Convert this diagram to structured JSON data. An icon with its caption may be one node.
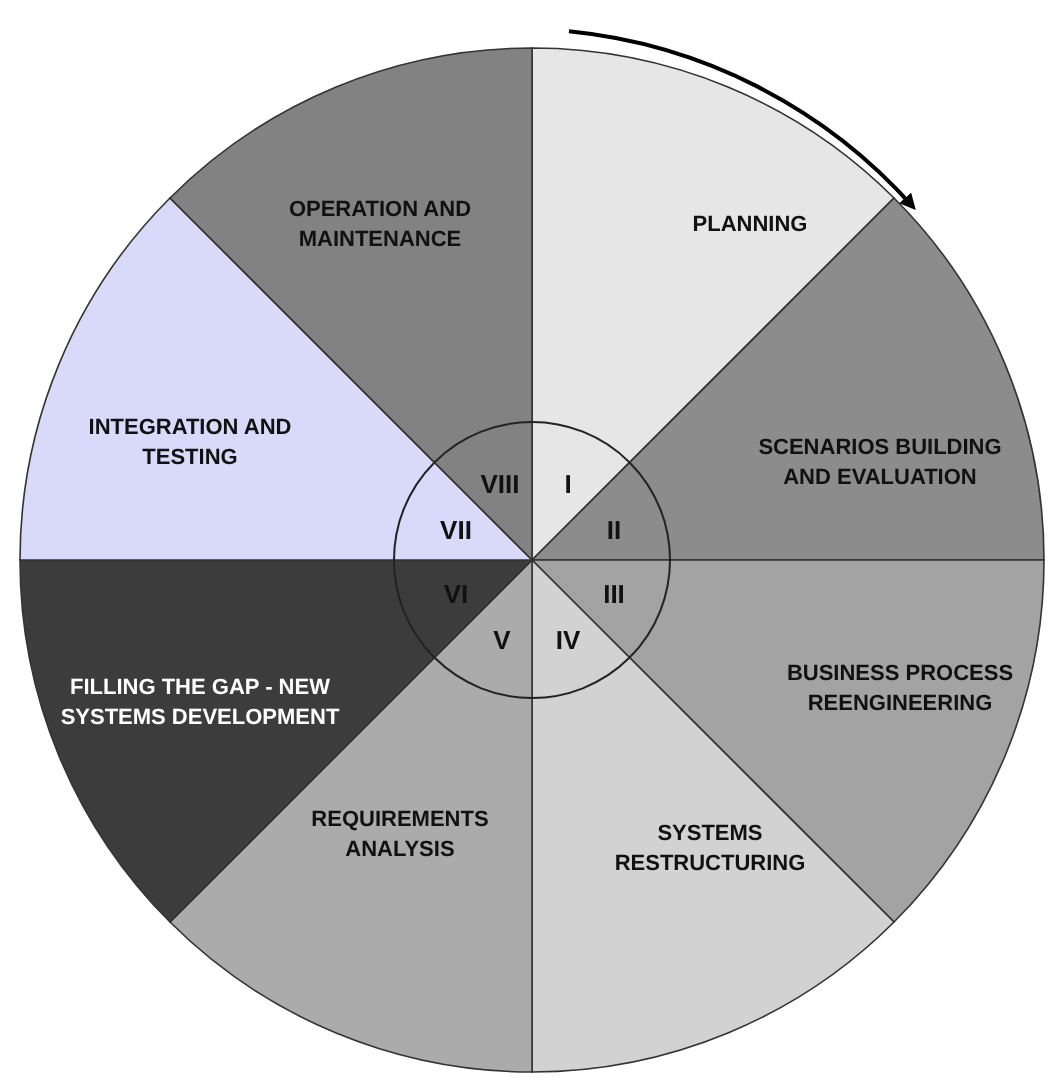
{
  "diagram": {
    "nodes": [
      {
        "text": [
          "PLANNING",
          "I"
        ]
      },
      {
        "text": [
          "SCENARIOS BUILDING AND EVALUATION",
          "II"
        ]
      },
      {
        "text": [
          "III",
          "BUSINESS PROCESS REENGINEERING"
        ]
      },
      {
        "text": [
          "IV",
          "SYSTEMS RESTRUCTURING"
        ]
      },
      {
        "text": [
          "V",
          "REQUIREMENTS ANALYSIS"
        ]
      },
      {
        "text": [
          "VI",
          "FILLING THE GAP - NEW SYSTEMS DEVELOPMENT"
        ]
      },
      {
        "text": [
          "INTEGRATION AND TESTING",
          "VII"
        ]
      },
      {
        "text": [
          "OPERATION AND MAINTENANCE",
          "VIII"
        ]
      }
    ]
  }
}
